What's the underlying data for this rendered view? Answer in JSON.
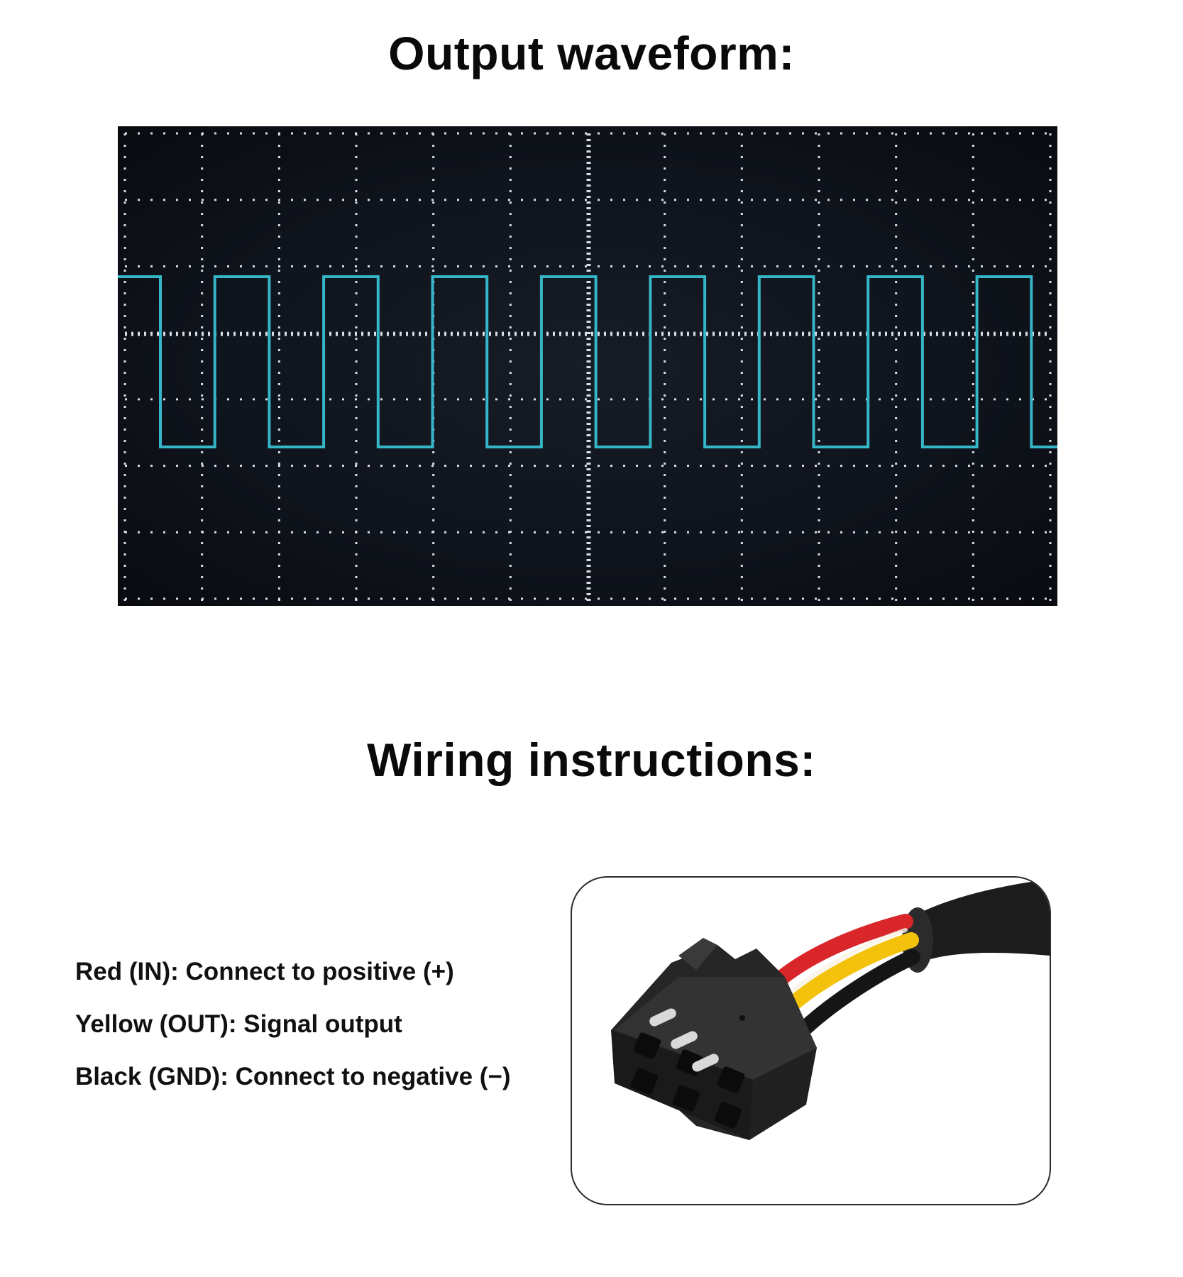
{
  "headings": {
    "waveform": "Output waveform:",
    "wiring": "Wiring instructions:"
  },
  "oscilloscope": {
    "signal": "square-wave",
    "trace_color": "#35b6c8",
    "background_color": "#0d1118",
    "grid_divisions": {
      "horizontal": 12,
      "vertical": 7
    },
    "cycles_visible": 8.5,
    "duty_cycle": 0.5
  },
  "wiring": {
    "items": [
      {
        "label": "Red (IN): Connect to positive (+)",
        "wire_color": "#d8262a"
      },
      {
        "label": "Yellow (OUT): Signal output",
        "wire_color": "#f4c20d"
      },
      {
        "label": "Black (GND): Connect to negative (−)",
        "wire_color": "#1a1a1a"
      }
    ]
  },
  "connector": {
    "image": "3-pin-connector-photo",
    "housing_color": "#262626",
    "cable_color": "#1c1c1c"
  }
}
